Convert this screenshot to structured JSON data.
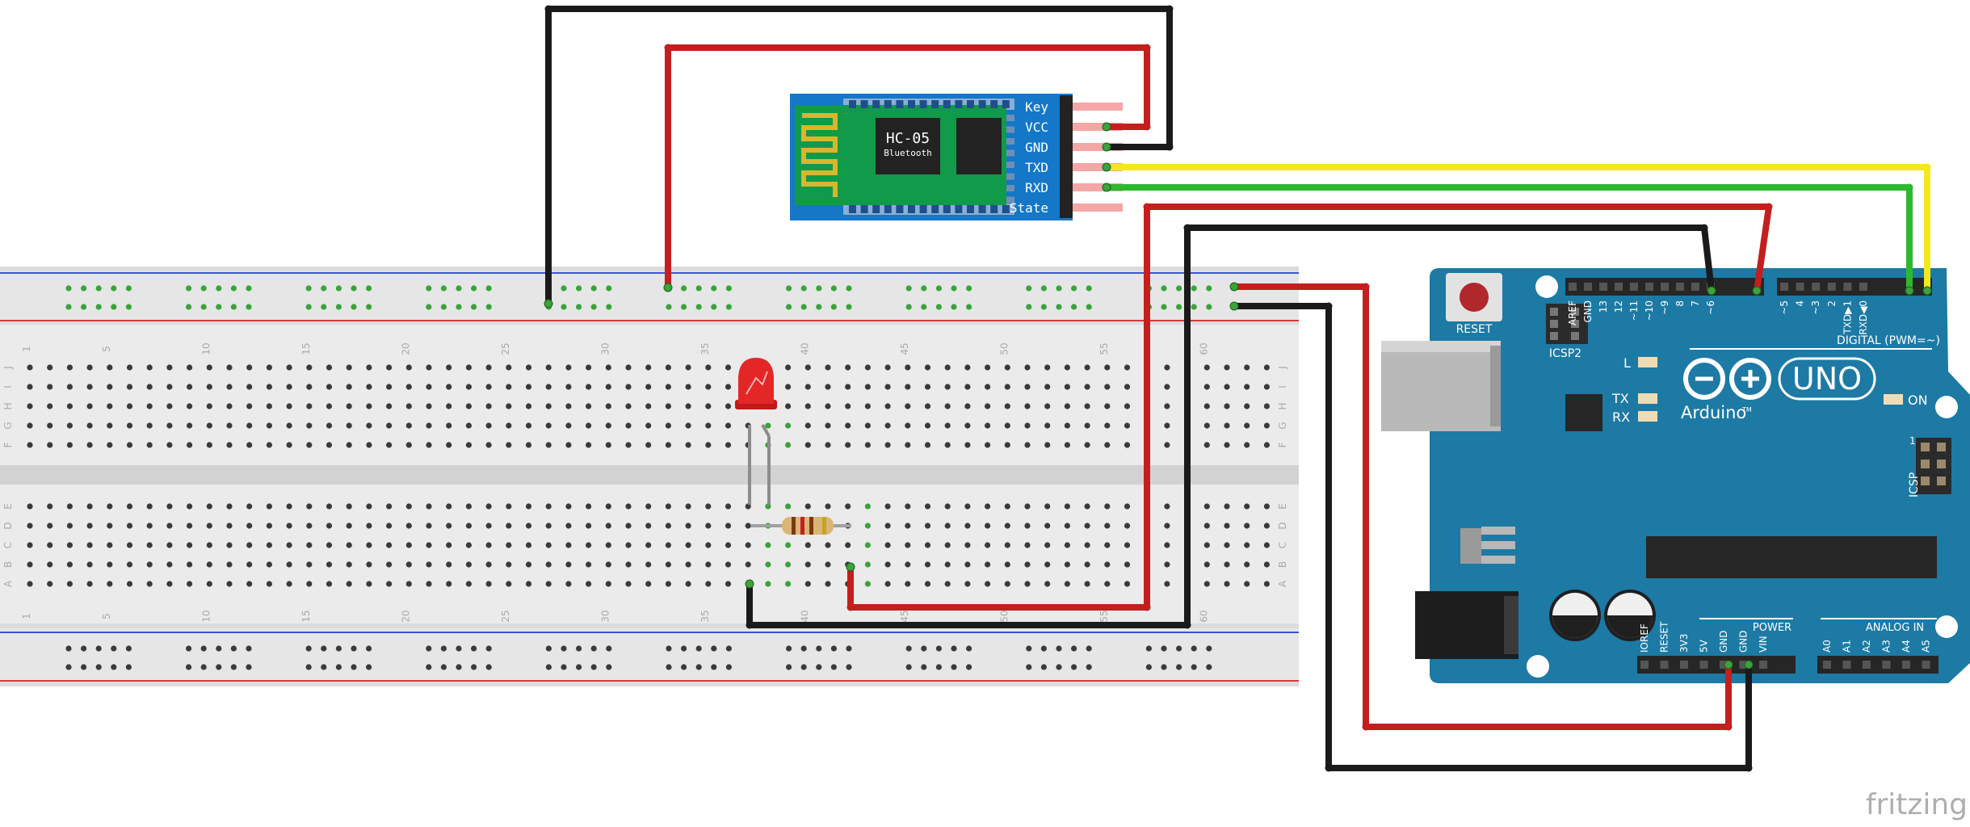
{
  "watermark": "fritzing",
  "bluetooth_module": {
    "name": "HC-05",
    "subtitle": "Bluetooth",
    "pins": [
      "Key",
      "VCC",
      "GND",
      "TXD",
      "RXD",
      "State"
    ]
  },
  "breadboard": {
    "column_numbers": [
      "1",
      "5",
      "10",
      "15",
      "20",
      "25",
      "30",
      "35",
      "40",
      "45",
      "50",
      "55",
      "60"
    ],
    "rows_top": [
      "J",
      "I",
      "H",
      "G",
      "F"
    ],
    "rows_bottom": [
      "E",
      "D",
      "C",
      "B",
      "A"
    ]
  },
  "arduino": {
    "reset_label": "RESET",
    "icsp2_label": "ICSP2",
    "icsp_label": "ICSP",
    "icsp_pin1": "1",
    "brand": "Arduino",
    "trademark": "TM",
    "model": "UNO",
    "led_l": "L",
    "led_tx": "TX",
    "led_rx": "RX",
    "led_on": "ON",
    "digital_label": "DIGITAL (PWM=~)",
    "digital_pins": [
      "AREF",
      "GND",
      "13",
      "12",
      "~11",
      "~10",
      "~9",
      "8",
      "7",
      "~6",
      "~5",
      "4",
      "~3",
      "2",
      "TXD▶1",
      "RXD◀0"
    ],
    "power_label": "POWER",
    "power_pins": [
      "IOREF",
      "RESET",
      "3V3",
      "5V",
      "GND",
      "GND",
      "VIN"
    ],
    "analog_label": "ANALOG IN",
    "analog_pins": [
      "A0",
      "A1",
      "A2",
      "A3",
      "A4",
      "A5"
    ]
  },
  "colors": {
    "wire_red": "#c41e1e",
    "wire_black": "#1a1a1a",
    "wire_yellow": "#f2e81a",
    "wire_green": "#2eb82e",
    "arduino_blue": "#1c7aa5",
    "module_blue": "#1477c8",
    "module_green": "#109a4a",
    "led_red": "#e32727"
  }
}
